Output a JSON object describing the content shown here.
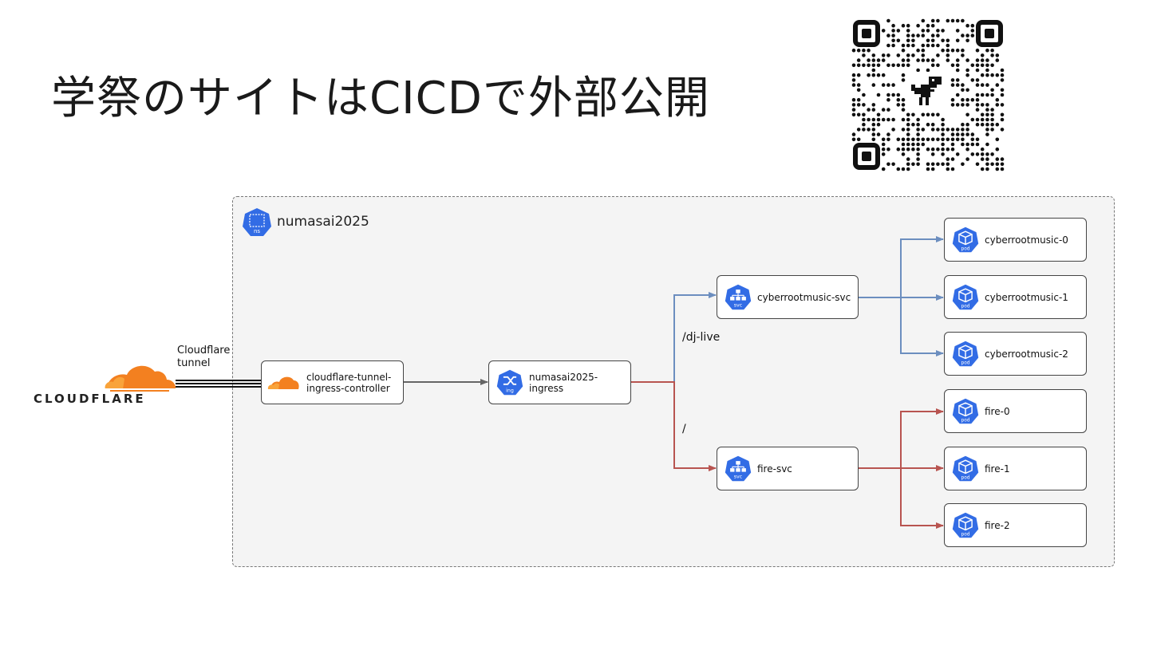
{
  "title": "学祭のサイトはCICDで外部公開",
  "qr_code": {
    "icon": "qr-code-icon",
    "center_glyph": "dinosaur-icon"
  },
  "namespace": {
    "label": "numasai2025",
    "icon_text": "ns"
  },
  "cloudflare": {
    "logo_text": "CLOUDFLARE",
    "tunnel_label_line1": "Cloudflare",
    "tunnel_label_line2": "tunnel",
    "brand_color": "#F38020"
  },
  "controller": {
    "label_line1": "cloudflare-tunnel-",
    "label_line2": "ingress-controller"
  },
  "ingress": {
    "label": "numasai2025-ingress",
    "icon_text": "ing"
  },
  "paths": {
    "dj_live": "/dj-live",
    "root": "/"
  },
  "services": [
    {
      "label": "cyberrootmusic-svc",
      "icon_text": "svc"
    },
    {
      "label": "fire-svc",
      "icon_text": "svc"
    }
  ],
  "pods": [
    {
      "label": "cyberrootmusic-0",
      "icon_text": "pod"
    },
    {
      "label": "cyberrootmusic-1",
      "icon_text": "pod"
    },
    {
      "label": "cyberrootmusic-2",
      "icon_text": "pod"
    },
    {
      "label": "fire-0",
      "icon_text": "pod"
    },
    {
      "label": "fire-1",
      "icon_text": "pod"
    },
    {
      "label": "fire-2",
      "icon_text": "pod"
    }
  ],
  "colors": {
    "k8s_blue": "#326CE5",
    "blue_route": "#6C8EBF",
    "red_route": "#B85450",
    "grey_route": "#666666"
  }
}
